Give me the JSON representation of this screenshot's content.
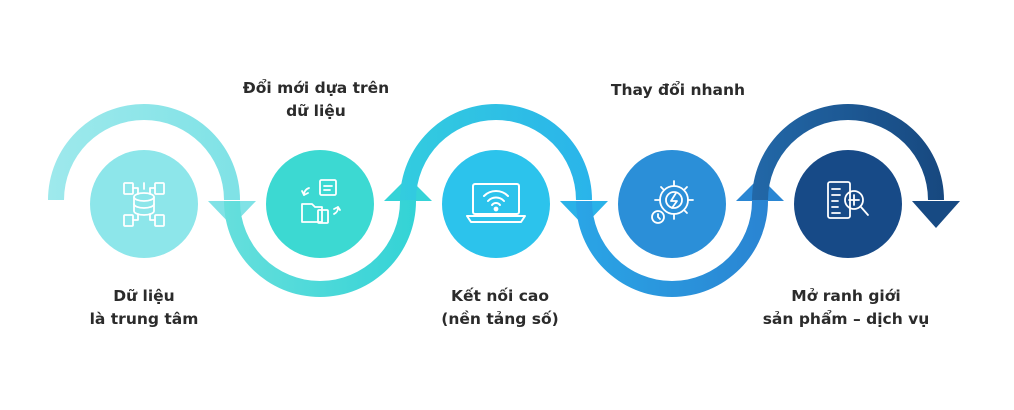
{
  "steps": [
    {
      "line1": "Dữ liệu",
      "line2": "là trung tâm",
      "icon": "data-center-icon",
      "color": "#8de6ea"
    },
    {
      "line1": "Đổi mới dựa trên",
      "line2": "dữ liệu",
      "icon": "documents-flow-icon",
      "color": "#3cd9d2"
    },
    {
      "line1": "Kết nối cao",
      "line2": "(nền tảng số)",
      "icon": "laptop-wifi-icon",
      "color": "#2cc3ec"
    },
    {
      "line1": "Thay đổi nhanh",
      "line2": "",
      "icon": "gear-speed-icon",
      "color": "#2b8fd8"
    },
    {
      "line1": "Mở ranh giới",
      "line2": "sản phẩm – dịch vụ",
      "icon": "search-checklist-icon",
      "color": "#174a87"
    }
  ]
}
